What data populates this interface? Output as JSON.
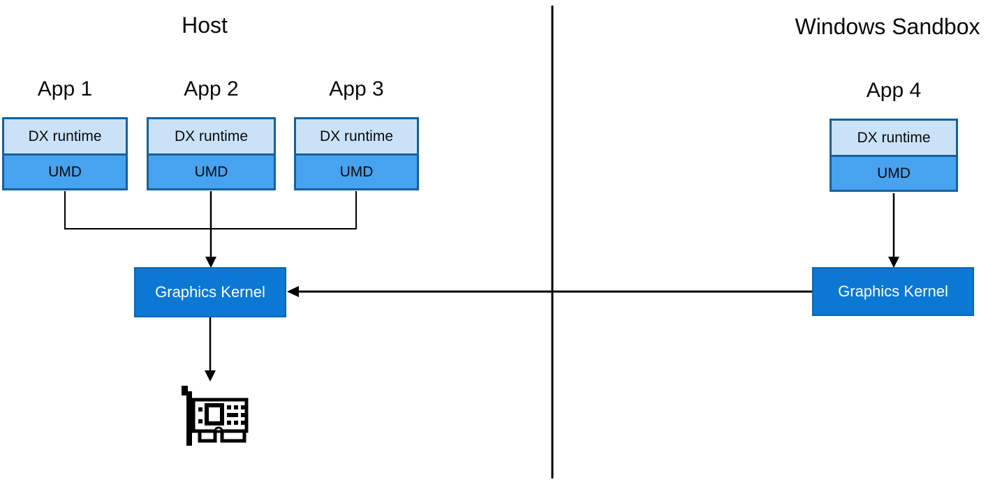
{
  "host": {
    "title": "Host",
    "apps": [
      {
        "label": "App 1",
        "top_layer": "DX runtime",
        "bottom_layer": "UMD"
      },
      {
        "label": "App 2",
        "top_layer": "DX runtime",
        "bottom_layer": "UMD"
      },
      {
        "label": "App 3",
        "top_layer": "DX runtime",
        "bottom_layer": "UMD"
      }
    ],
    "kernel_label": "Graphics Kernel",
    "gpu_icon": "graphics-card-icon"
  },
  "sandbox": {
    "title": "Windows Sandbox",
    "apps": [
      {
        "label": "App 4",
        "top_layer": "DX runtime",
        "bottom_layer": "UMD"
      }
    ],
    "kernel_label": "Graphics Kernel"
  },
  "colors": {
    "dx_runtime_fill": "#C9E2F8",
    "umd_fill": "#47A3F0",
    "app_border": "#15619E",
    "kernel_fill": "#0B78D4",
    "kernel_text": "#FFFFFF",
    "line": "#000000",
    "background": "#FFFFFF"
  }
}
